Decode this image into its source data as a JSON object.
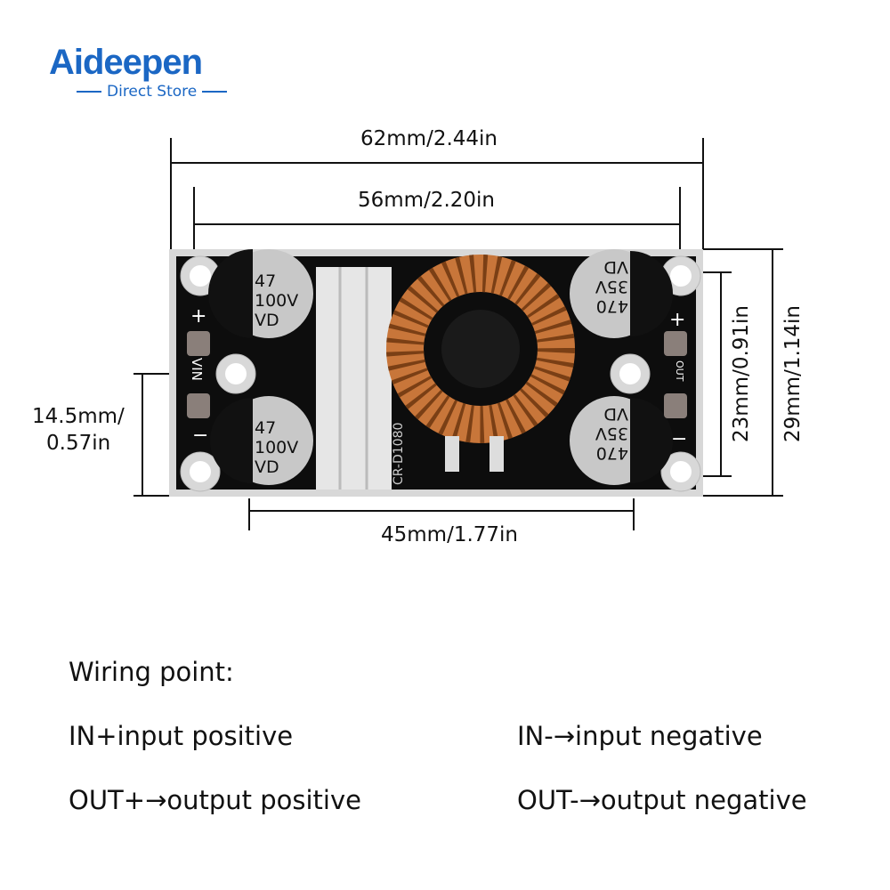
{
  "logo": {
    "brand": "Aideepen",
    "tagline": "Direct Store"
  },
  "dimensions": {
    "total_length": "62mm/2.44in",
    "hole_spacing_length": "56mm/2.20in",
    "bottom_length": "45mm/1.77in",
    "left_height_line1": "14.5mm/",
    "left_height_line2": "0.57in",
    "hole_spacing_width": "23mm/0.91in",
    "total_width": "29mm/1.14in"
  },
  "board": {
    "input_cap": [
      "47",
      "100V",
      "VD"
    ],
    "output_cap": [
      "470",
      "35V",
      "VD"
    ],
    "model": "CR-D1080",
    "vin_label": "VIN",
    "out_label": "OUT",
    "plus": "+",
    "minus": "−"
  },
  "wiring": {
    "title": "Wiring point:",
    "in_plus": "IN+input positive",
    "in_minus": "IN-→input negative",
    "out_plus": "OUT+→output positive",
    "out_minus": "OUT-→output negative"
  }
}
